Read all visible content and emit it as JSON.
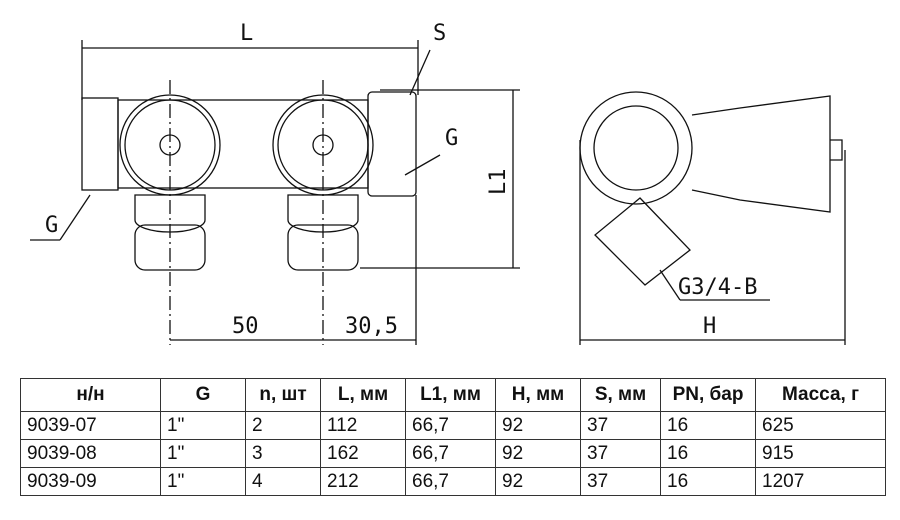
{
  "drawing": {
    "dims": {
      "L": "L",
      "S": "S",
      "G_right": "G",
      "G_left": "G",
      "L1": "L1",
      "pitch": "50",
      "offset": "30,5",
      "outlet": "G3/4-B",
      "H": "H"
    }
  },
  "table": {
    "headers": [
      "н/н",
      "G",
      "n, шт",
      "L, мм",
      "L1, мм",
      "H, мм",
      "S, мм",
      "PN, бар",
      "Масса, г"
    ],
    "rows": [
      [
        "9039-07",
        "1\"",
        "2",
        "112",
        "66,7",
        "92",
        "37",
        "16",
        "625"
      ],
      [
        "9039-08",
        "1\"",
        "3",
        "162",
        "66,7",
        "92",
        "37",
        "16",
        "915"
      ],
      [
        "9039-09",
        "1\"",
        "4",
        "212",
        "66,7",
        "92",
        "37",
        "16",
        "1207"
      ]
    ]
  }
}
